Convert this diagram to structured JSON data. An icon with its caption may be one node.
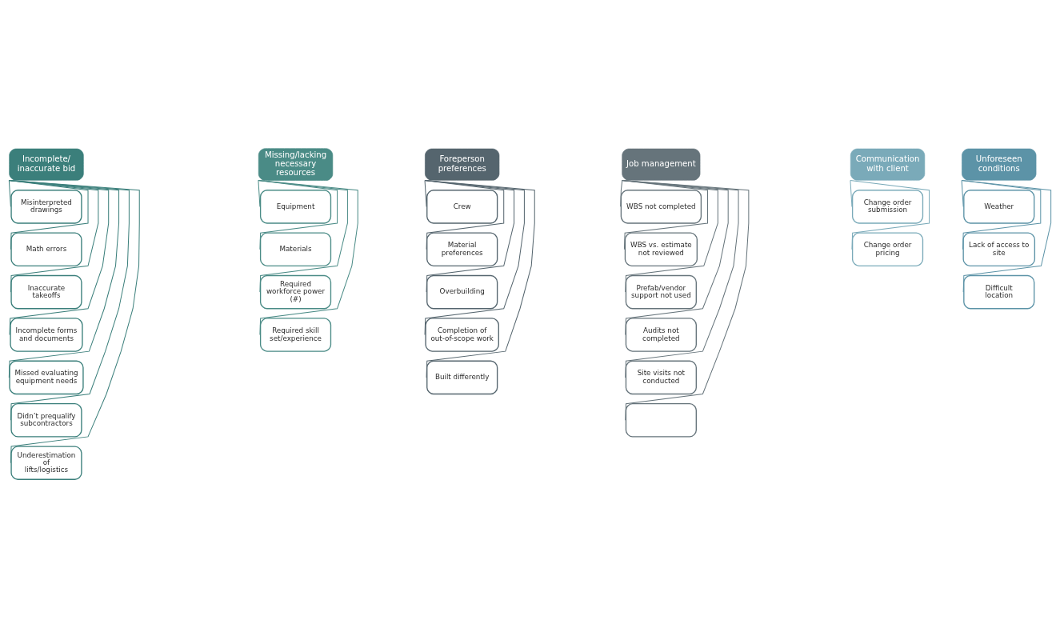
{
  "diagram": {
    "nodes": [
      {
        "text": [
          "Incomplete/ inaccurate bid"
        ]
      },
      {
        "text": [
          "Misinterpreted drawings"
        ]
      },
      {
        "text": [
          "Math errors"
        ]
      },
      {
        "text": [
          "Inaccurate takeoffs"
        ]
      },
      {
        "text": [
          "Incomplete forms and documents"
        ]
      },
      {
        "text": [
          "Missed evaluating equipment needs"
        ]
      },
      {
        "text": [
          "Didn’t prequalify subcontractors"
        ]
      },
      {
        "text": [
          "Underestimation of lifts/logistics"
        ]
      },
      {
        "text": [
          "Missing/lacking necessary resources"
        ]
      },
      {
        "text": [
          "Equipment"
        ]
      },
      {
        "text": [
          "Materials"
        ]
      },
      {
        "text": [
          "Required workforce power (#)"
        ]
      },
      {
        "text": [
          "Required skill set/experience"
        ]
      },
      {
        "text": [
          "Foreperson preferences"
        ]
      },
      {
        "text": [
          "Crew"
        ]
      },
      {
        "text": [
          "Material preferences"
        ]
      },
      {
        "text": [
          "Overbuilding"
        ]
      },
      {
        "text": [
          "Completion of out-of-scope work"
        ]
      },
      {
        "text": [
          "Built differently"
        ]
      },
      {
        "text": [
          "Job management"
        ]
      },
      {
        "text": [
          "WBS not completed"
        ]
      },
      {
        "text": [
          "WBS vs. estimate not reviewed"
        ]
      },
      {
        "text": [
          "Prefab/vendor support not used"
        ]
      },
      {
        "text": [
          "Audits not completed"
        ]
      },
      {
        "text": [
          "Site visits not conducted"
        ]
      },
      {
        "text": [],
        "shape": "box"
      },
      {
        "text": [
          "Communication with client"
        ]
      },
      {
        "text": [
          "Change order submission"
        ]
      },
      {
        "text": [
          "Change order pricing"
        ]
      },
      {
        "text": [
          "Unforeseen conditions"
        ]
      },
      {
        "text": [
          "Weather"
        ]
      },
      {
        "text": [
          "Lack of access to site"
        ]
      },
      {
        "text": [
          "Difficult location"
        ]
      }
    ],
    "edges": [
      {
        "from": 0,
        "to": 1,
        "arrow": "none"
      },
      {
        "from": 0,
        "to": 2,
        "arrow": "none"
      },
      {
        "from": 0,
        "to": 3,
        "arrow": "none"
      },
      {
        "from": 0,
        "to": 4,
        "arrow": "none"
      },
      {
        "from": 0,
        "to": 5,
        "arrow": "none"
      },
      {
        "from": 0,
        "to": 6,
        "arrow": "none"
      },
      {
        "from": 0,
        "to": 7,
        "arrow": "none"
      },
      {
        "from": 8,
        "to": 9,
        "arrow": "none"
      },
      {
        "from": 8,
        "to": 10,
        "arrow": "none"
      },
      {
        "from": 8,
        "to": 11,
        "arrow": "none"
      },
      {
        "from": 8,
        "to": 12,
        "arrow": "none"
      },
      {
        "from": 13,
        "to": 14,
        "arrow": "none"
      },
      {
        "from": 13,
        "to": 15,
        "arrow": "none"
      },
      {
        "from": 13,
        "to": 16,
        "arrow": "none"
      },
      {
        "from": 13,
        "to": 17,
        "arrow": "none"
      },
      {
        "from": 13,
        "to": 18,
        "arrow": "none"
      },
      {
        "from": 19,
        "to": 20,
        "arrow": "none"
      },
      {
        "from": 19,
        "to": 21,
        "arrow": "none"
      },
      {
        "from": 19,
        "to": 22,
        "arrow": "none"
      },
      {
        "from": 19,
        "to": 23,
        "arrow": "none"
      },
      {
        "from": 19,
        "to": 24,
        "arrow": "none"
      },
      {
        "from": 19,
        "to": 25,
        "arrow": "none"
      },
      {
        "from": 26,
        "to": 27,
        "arrow": "none"
      },
      {
        "from": 26,
        "to": 28,
        "arrow": "none"
      },
      {
        "from": 29,
        "to": 30,
        "arrow": "none"
      },
      {
        "from": 29,
        "to": 31,
        "arrow": "none"
      },
      {
        "from": 29,
        "to": 32,
        "arrow": "none"
      }
    ]
  }
}
